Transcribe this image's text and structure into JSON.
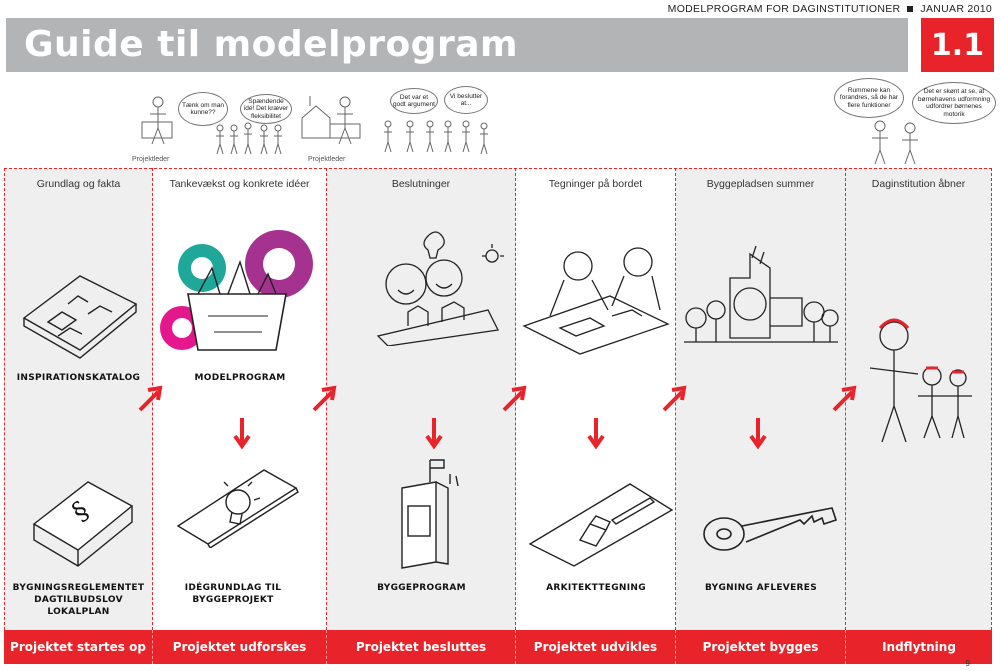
{
  "header": {
    "meta_left": "MODELPROGRAM FOR DAGINSTITUTIONER",
    "meta_right": "JANUAR 2010",
    "title": "Guide til modelprogram",
    "section_number": "1.1"
  },
  "top_illustration": {
    "bubbles": [
      "Tænk om man kunne??",
      "Spændende idé! Det kræver fleksibilitet",
      "Det var et godt argument",
      "Vi beslutter at...",
      "Rummene kan forandres, så de har flere funktioner",
      "Det er skønt at se, at børnehavens udformning udfordrer børnenes motorik"
    ],
    "labels": [
      "Projektleder",
      "Projektleder"
    ]
  },
  "columns": [
    {
      "heading": "Grundlag og fakta",
      "top_item": "INSPIRATIONSKATALOG",
      "bottom_item": [
        "BYGNINGSREGLEMENTET",
        "DAGTILBUDSLOV",
        "LOKALPLAN"
      ],
      "phase": "Projektet startes op"
    },
    {
      "heading": "Tankevækst og konkrete idéer",
      "top_item": "MODELPROGRAM",
      "bottom_item": [
        "IDÉGRUNDLAG TIL",
        "BYGGEPROJEKT"
      ],
      "phase": "Projektet udforskes"
    },
    {
      "heading": "Beslutninger",
      "top_item": "",
      "bottom_item": [
        "BYGGEPROGRAM"
      ],
      "phase": "Projektet besluttes"
    },
    {
      "heading": "Tegninger på bordet",
      "top_item": "",
      "bottom_item": [
        "ARKITEKTTEGNING"
      ],
      "phase": "Projektet udvikles"
    },
    {
      "heading": "Byggepladsen summer",
      "top_item": "",
      "bottom_item": [
        "BYGNING AFLEVERES"
      ],
      "phase": "Projektet  bygges"
    },
    {
      "heading": "Daginstitution åbner",
      "top_item": "",
      "bottom_item": [],
      "phase": "Indflytning"
    }
  ],
  "page_number": "9",
  "colors": {
    "accent": "#e8242a",
    "title_bar": "#b3b4b6",
    "column_grey": "#efeff0"
  }
}
